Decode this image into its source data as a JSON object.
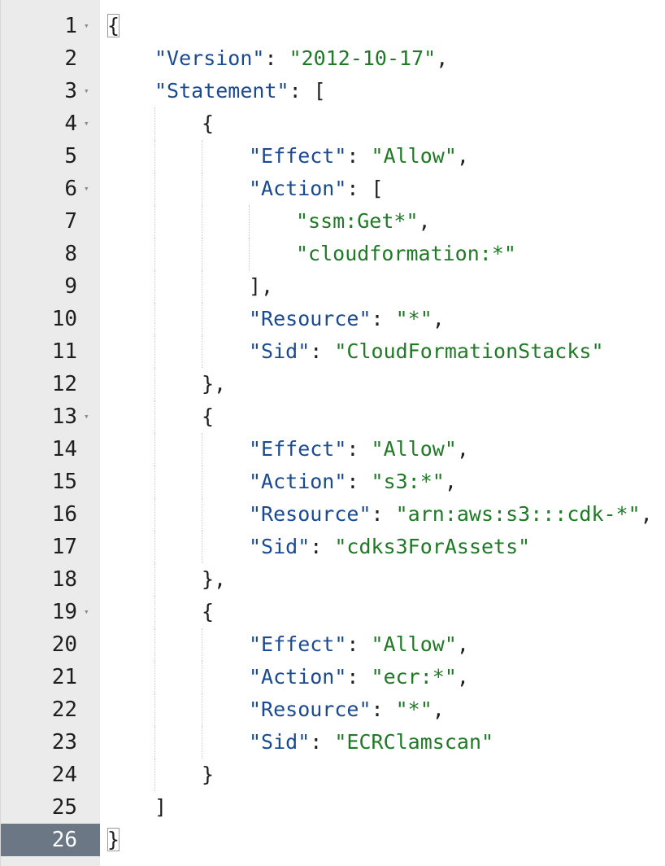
{
  "editor": {
    "active_line": 26,
    "lines": [
      {
        "n": "1",
        "fold": true,
        "indent": 0,
        "tokens": [
          {
            "t": "{",
            "c": "punc",
            "box": true
          }
        ]
      },
      {
        "n": "2",
        "fold": false,
        "indent": 1,
        "tokens": [
          {
            "t": "\"Version\"",
            "c": "key"
          },
          {
            "t": ": ",
            "c": "punc"
          },
          {
            "t": "\"2012-10-17\"",
            "c": "str"
          },
          {
            "t": ",",
            "c": "punc"
          }
        ]
      },
      {
        "n": "3",
        "fold": true,
        "indent": 1,
        "tokens": [
          {
            "t": "\"Statement\"",
            "c": "key"
          },
          {
            "t": ": [",
            "c": "punc"
          }
        ]
      },
      {
        "n": "4",
        "fold": true,
        "indent": 2,
        "tokens": [
          {
            "t": "{",
            "c": "punc"
          }
        ]
      },
      {
        "n": "5",
        "fold": false,
        "indent": 3,
        "tokens": [
          {
            "t": "\"Effect\"",
            "c": "key"
          },
          {
            "t": ": ",
            "c": "punc"
          },
          {
            "t": "\"Allow\"",
            "c": "str"
          },
          {
            "t": ",",
            "c": "punc"
          }
        ]
      },
      {
        "n": "6",
        "fold": true,
        "indent": 3,
        "tokens": [
          {
            "t": "\"Action\"",
            "c": "key"
          },
          {
            "t": ": [",
            "c": "punc"
          }
        ]
      },
      {
        "n": "7",
        "fold": false,
        "indent": 4,
        "tokens": [
          {
            "t": "\"ssm:Get*\"",
            "c": "str"
          },
          {
            "t": ",",
            "c": "punc"
          }
        ]
      },
      {
        "n": "8",
        "fold": false,
        "indent": 4,
        "tokens": [
          {
            "t": "\"cloudformation:*\"",
            "c": "str"
          }
        ]
      },
      {
        "n": "9",
        "fold": false,
        "indent": 3,
        "tokens": [
          {
            "t": "],",
            "c": "punc"
          }
        ]
      },
      {
        "n": "10",
        "fold": false,
        "indent": 3,
        "tokens": [
          {
            "t": "\"Resource\"",
            "c": "key"
          },
          {
            "t": ": ",
            "c": "punc"
          },
          {
            "t": "\"*\"",
            "c": "str"
          },
          {
            "t": ",",
            "c": "punc"
          }
        ]
      },
      {
        "n": "11",
        "fold": false,
        "indent": 3,
        "tokens": [
          {
            "t": "\"Sid\"",
            "c": "key"
          },
          {
            "t": ": ",
            "c": "punc"
          },
          {
            "t": "\"CloudFormationStacks\"",
            "c": "str"
          }
        ]
      },
      {
        "n": "12",
        "fold": false,
        "indent": 2,
        "tokens": [
          {
            "t": "},",
            "c": "punc"
          }
        ]
      },
      {
        "n": "13",
        "fold": true,
        "indent": 2,
        "tokens": [
          {
            "t": "{",
            "c": "punc"
          }
        ]
      },
      {
        "n": "14",
        "fold": false,
        "indent": 3,
        "tokens": [
          {
            "t": "\"Effect\"",
            "c": "key"
          },
          {
            "t": ": ",
            "c": "punc"
          },
          {
            "t": "\"Allow\"",
            "c": "str"
          },
          {
            "t": ",",
            "c": "punc"
          }
        ]
      },
      {
        "n": "15",
        "fold": false,
        "indent": 3,
        "tokens": [
          {
            "t": "\"Action\"",
            "c": "key"
          },
          {
            "t": ": ",
            "c": "punc"
          },
          {
            "t": "\"s3:*\"",
            "c": "str"
          },
          {
            "t": ",",
            "c": "punc"
          }
        ]
      },
      {
        "n": "16",
        "fold": false,
        "indent": 3,
        "tokens": [
          {
            "t": "\"Resource\"",
            "c": "key"
          },
          {
            "t": ": ",
            "c": "punc"
          },
          {
            "t": "\"arn:aws:s3:::cdk-*\"",
            "c": "str"
          },
          {
            "t": ",",
            "c": "punc"
          }
        ]
      },
      {
        "n": "17",
        "fold": false,
        "indent": 3,
        "tokens": [
          {
            "t": "\"Sid\"",
            "c": "key"
          },
          {
            "t": ": ",
            "c": "punc"
          },
          {
            "t": "\"cdks3ForAssets\"",
            "c": "str"
          }
        ]
      },
      {
        "n": "18",
        "fold": false,
        "indent": 2,
        "tokens": [
          {
            "t": "},",
            "c": "punc"
          }
        ]
      },
      {
        "n": "19",
        "fold": true,
        "indent": 2,
        "tokens": [
          {
            "t": "{",
            "c": "punc"
          }
        ]
      },
      {
        "n": "20",
        "fold": false,
        "indent": 3,
        "tokens": [
          {
            "t": "\"Effect\"",
            "c": "key"
          },
          {
            "t": ": ",
            "c": "punc"
          },
          {
            "t": "\"Allow\"",
            "c": "str"
          },
          {
            "t": ",",
            "c": "punc"
          }
        ]
      },
      {
        "n": "21",
        "fold": false,
        "indent": 3,
        "tokens": [
          {
            "t": "\"Action\"",
            "c": "key"
          },
          {
            "t": ": ",
            "c": "punc"
          },
          {
            "t": "\"ecr:*\"",
            "c": "str"
          },
          {
            "t": ",",
            "c": "punc"
          }
        ]
      },
      {
        "n": "22",
        "fold": false,
        "indent": 3,
        "tokens": [
          {
            "t": "\"Resource\"",
            "c": "key"
          },
          {
            "t": ": ",
            "c": "punc"
          },
          {
            "t": "\"*\"",
            "c": "str"
          },
          {
            "t": ",",
            "c": "punc"
          }
        ]
      },
      {
        "n": "23",
        "fold": false,
        "indent": 3,
        "tokens": [
          {
            "t": "\"Sid\"",
            "c": "key"
          },
          {
            "t": ": ",
            "c": "punc"
          },
          {
            "t": "\"ECRClamscan\"",
            "c": "str"
          }
        ]
      },
      {
        "n": "24",
        "fold": false,
        "indent": 2,
        "tokens": [
          {
            "t": "}",
            "c": "punc"
          }
        ]
      },
      {
        "n": "25",
        "fold": false,
        "indent": 1,
        "tokens": [
          {
            "t": "]",
            "c": "punc"
          }
        ]
      },
      {
        "n": "26",
        "fold": false,
        "indent": 0,
        "tokens": [
          {
            "t": "}",
            "c": "punc",
            "box": true
          }
        ]
      }
    ],
    "fold_icon": "caret-down-icon",
    "colors": {
      "key": "#1a4a8f",
      "string": "#1f7a26",
      "punctuation": "#1e1e1e",
      "gutter": "#ebebeb",
      "active_gutter": "#6b7785"
    }
  }
}
